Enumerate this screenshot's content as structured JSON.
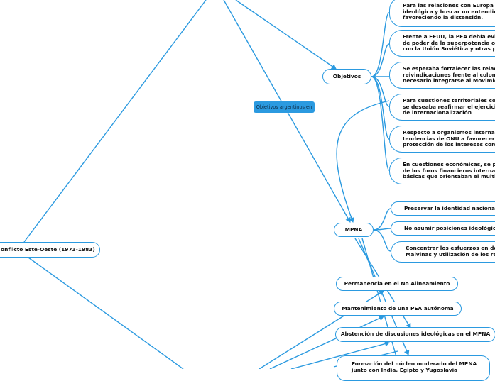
{
  "colors": {
    "line": "#2b9ae0",
    "node_border": "#2b9ae0",
    "label_bg": "#2b9ae0",
    "text": "#111111"
  },
  "root": {
    "label": "onflicto Este-Oeste (1973-1983)"
  },
  "relation_label": {
    "label": "Objetivos argentinos en"
  },
  "objetivos": {
    "label": "Objetivos",
    "items": [
      {
        "text": "Para las relaciones con Europa o\nideológica y buscar un entendimi\nfavoreciendo la distensión."
      },
      {
        "text": "Frente a EEUU, la PEA debía evita\nde poder de la superpotencia o a\ncon la Unión Soviética y otras pot"
      },
      {
        "text": "Se esperaba fortalecer las relacio\nreivindicaciones frente al colonia\nnecesario integrarse al Movimien"
      },
      {
        "text": "Para cuestiones territoriales com\nse deseaba reafirmar el ejercicio\nde internacionalización"
      },
      {
        "text": "Respecto a organismos internacio\ntendencias de ONU a favorecer a\nprotección de los intereses comu"
      },
      {
        "text": "En cuestiones económicas, se par\nde los foros financieros internacio\nbásicas que orientaban el multilat"
      }
    ]
  },
  "mpna": {
    "label": "MPNA",
    "items": [
      {
        "text": "Preservar la identidad nacional de"
      },
      {
        "text": "No asumir posiciones ideológicas"
      },
      {
        "text": "Concentrar los esfuerzos en dos\nMalvinas y utilización de los recu"
      }
    ]
  },
  "bottom_nodes": [
    {
      "text": "Permanencia en el No Alineamiento"
    },
    {
      "text": "Mantenimiento de una PEA autónoma"
    },
    {
      "text": "Abstención de discusiones ideológicas en el MPNA"
    },
    {
      "text": "Formación del núcleo moderado del MPNA\njunto con India, Egipto y Yugoslavia"
    }
  ]
}
